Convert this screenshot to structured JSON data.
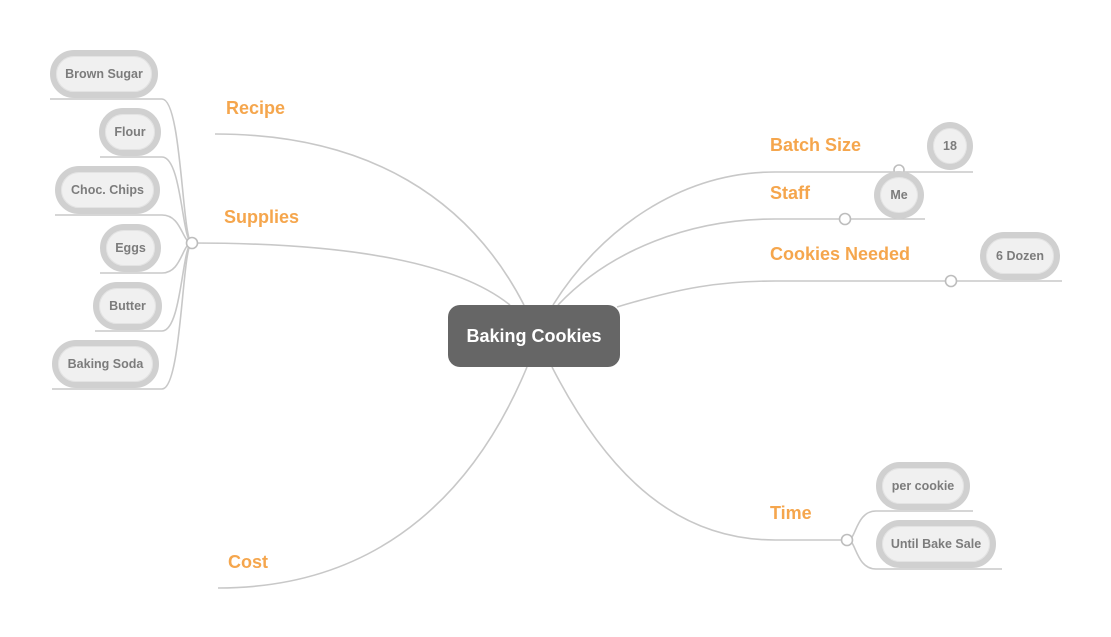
{
  "root": {
    "label": "Baking Cookies"
  },
  "topics": {
    "recipe": "Recipe",
    "supplies": "Supplies",
    "cost": "Cost",
    "batch_size": "Batch Size",
    "staff": "Staff",
    "cookies_needed": "Cookies Needed",
    "time": "Time"
  },
  "supplies_items": {
    "brown_sugar": "Brown Sugar",
    "flour": "Flour",
    "choc_chips": "Choc. Chips",
    "eggs": "Eggs",
    "butter": "Butter",
    "baking_soda": "Baking Soda"
  },
  "details": {
    "batch_size_value": "18",
    "staff_value": "Me",
    "cookies_needed_value": "6 Dozen",
    "time_per_cookie": "per cookie",
    "time_until": "Until Bake Sale"
  },
  "colors": {
    "root_fill": "#666666",
    "topic_text": "#f5a64d",
    "connector": "#c8c8c8",
    "pill_border": "#d0d0d0",
    "pill_fill": "#f0f0f0"
  }
}
